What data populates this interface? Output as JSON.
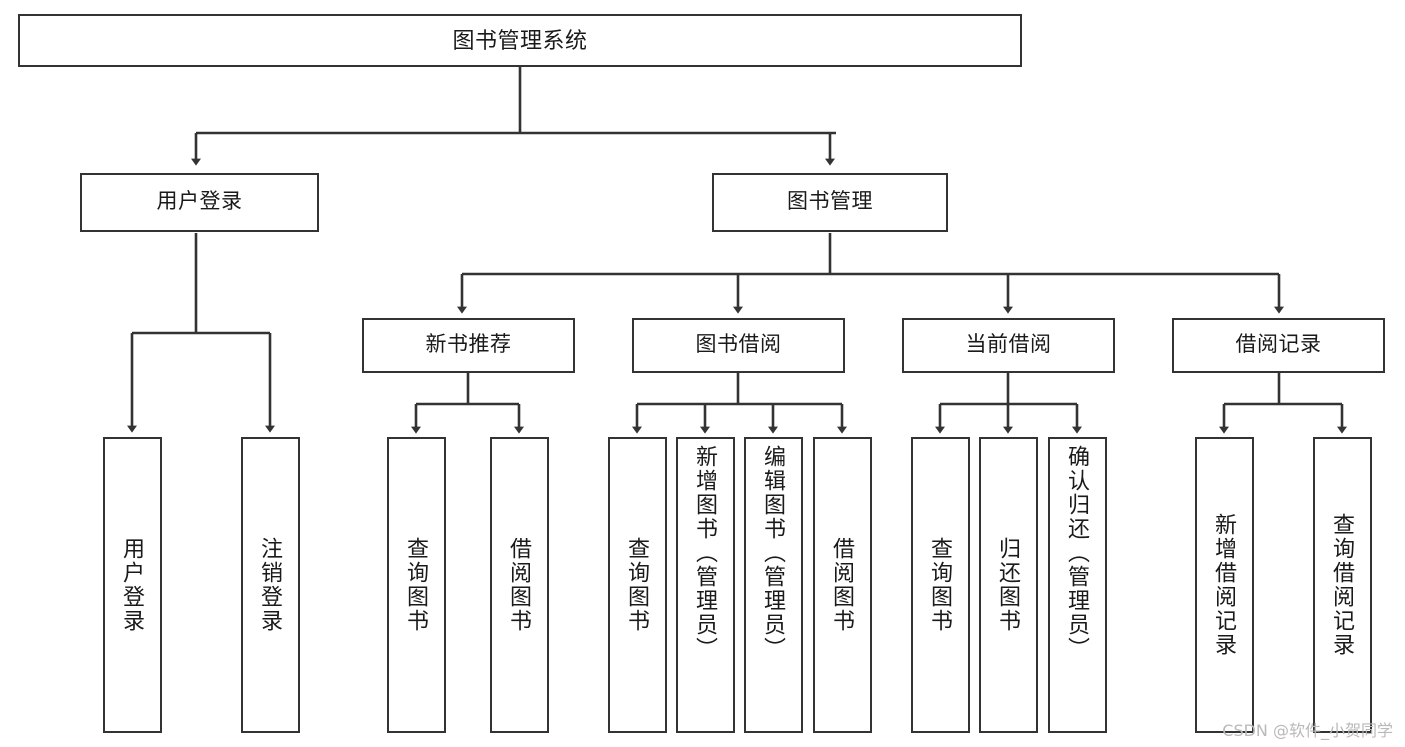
{
  "diagram": {
    "type": "tree-hierarchy",
    "title": "图书管理系统",
    "watermark": "CSDN @软件_小贺同学",
    "colors": {
      "stroke": "#333333",
      "fill": "#ffffff",
      "text": "#1a1a1a",
      "watermark": "#b9b9b9"
    },
    "levels": {
      "root": "图书管理系统",
      "level2": [
        "用户登录",
        "图书管理"
      ],
      "level3": [
        "新书推荐",
        "图书借阅",
        "当前借阅",
        "借阅记录"
      ],
      "leaves": [
        "用户登录",
        "注销登录",
        "查询图书",
        "借阅图书",
        "查询图书",
        "新增图书（管理员）",
        "编辑图书（管理员）",
        "借阅图书",
        "查询图书",
        "归还图书",
        "确认归还（管理员）",
        "新增借阅记录",
        "查询借阅记录"
      ]
    },
    "nodes": {
      "root": {
        "label": "图书管理系统"
      },
      "user_login": {
        "label": "用户登录"
      },
      "book_manage": {
        "label": "图书管理"
      },
      "new_book_rec": {
        "label": "新书推荐"
      },
      "book_borrow": {
        "label": "图书借阅"
      },
      "current_borrow": {
        "label": "当前借阅"
      },
      "borrow_record": {
        "label": "借阅记录"
      },
      "leaf_user_login": {
        "label": "用户登录"
      },
      "leaf_logout": {
        "label": "注销登录"
      },
      "leaf_query_book_1": {
        "label": "查询图书"
      },
      "leaf_borrow_book_1": {
        "label": "借阅图书"
      },
      "leaf_query_book_2": {
        "label": "查询图书"
      },
      "leaf_add_book": {
        "label": "新增图书（管理员）"
      },
      "leaf_edit_book": {
        "label": "编辑图书（管理员）"
      },
      "leaf_borrow_book_2": {
        "label": "借阅图书"
      },
      "leaf_query_book_3": {
        "label": "查询图书"
      },
      "leaf_return_book": {
        "label": "归还图书"
      },
      "leaf_confirm_return": {
        "label": "确认归还（管理员）"
      },
      "leaf_add_record": {
        "label": "新增借阅记录"
      },
      "leaf_query_record": {
        "label": "查询借阅记录"
      }
    },
    "edges": [
      {
        "from": "root",
        "to": "user_login"
      },
      {
        "from": "root",
        "to": "book_manage"
      },
      {
        "from": "user_login",
        "to": "leaf_user_login"
      },
      {
        "from": "user_login",
        "to": "leaf_logout"
      },
      {
        "from": "book_manage",
        "to": "new_book_rec"
      },
      {
        "from": "book_manage",
        "to": "book_borrow"
      },
      {
        "from": "book_manage",
        "to": "current_borrow"
      },
      {
        "from": "book_manage",
        "to": "borrow_record"
      },
      {
        "from": "new_book_rec",
        "to": "leaf_query_book_1"
      },
      {
        "from": "new_book_rec",
        "to": "leaf_borrow_book_1"
      },
      {
        "from": "book_borrow",
        "to": "leaf_query_book_2"
      },
      {
        "from": "book_borrow",
        "to": "leaf_add_book"
      },
      {
        "from": "book_borrow",
        "to": "leaf_edit_book"
      },
      {
        "from": "book_borrow",
        "to": "leaf_borrow_book_2"
      },
      {
        "from": "current_borrow",
        "to": "leaf_query_book_3"
      },
      {
        "from": "current_borrow",
        "to": "leaf_return_book"
      },
      {
        "from": "current_borrow",
        "to": "leaf_confirm_return"
      },
      {
        "from": "borrow_record",
        "to": "leaf_add_record"
      },
      {
        "from": "borrow_record",
        "to": "leaf_query_record"
      }
    ]
  }
}
